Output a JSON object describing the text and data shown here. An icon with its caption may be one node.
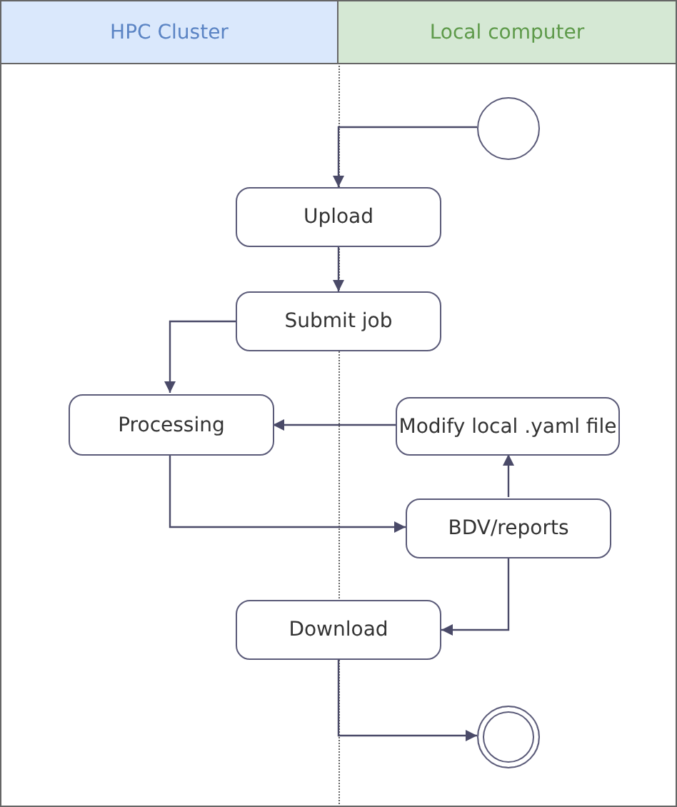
{
  "diagram": {
    "nodes": [
      {
        "text": [
          "HPC Cluster"
        ]
      },
      {
        "text": [
          "Local computer"
        ]
      },
      {
        "text": [],
        "shape": "circle",
        "in": 1
      },
      {
        "text": [
          "Upload"
        ]
      },
      {
        "text": [
          "Submit job"
        ]
      },
      {
        "text": [
          "Processing"
        ],
        "in": 0
      },
      {
        "text": [
          "Modify local .yaml file"
        ],
        "in": 1
      },
      {
        "text": [
          "BDV/reports"
        ],
        "in": 1
      },
      {
        "text": [
          "Download"
        ]
      },
      {
        "text": [],
        "shape": "circle",
        "in": 1
      }
    ],
    "edges": [
      {
        "from": 2,
        "to": 3,
        "arrow": "to"
      },
      {
        "from": 3,
        "to": 4,
        "arrow": "to"
      },
      {
        "from": 4,
        "to": 5,
        "arrow": "to"
      },
      {
        "from": 6,
        "to": 5,
        "arrow": "to"
      },
      {
        "from": 5,
        "to": 7,
        "arrow": "to"
      },
      {
        "from": 7,
        "to": 6,
        "arrow": "to"
      },
      {
        "from": 7,
        "to": 8,
        "arrow": "to"
      },
      {
        "from": 8,
        "to": 9,
        "arrow": "to"
      }
    ]
  }
}
